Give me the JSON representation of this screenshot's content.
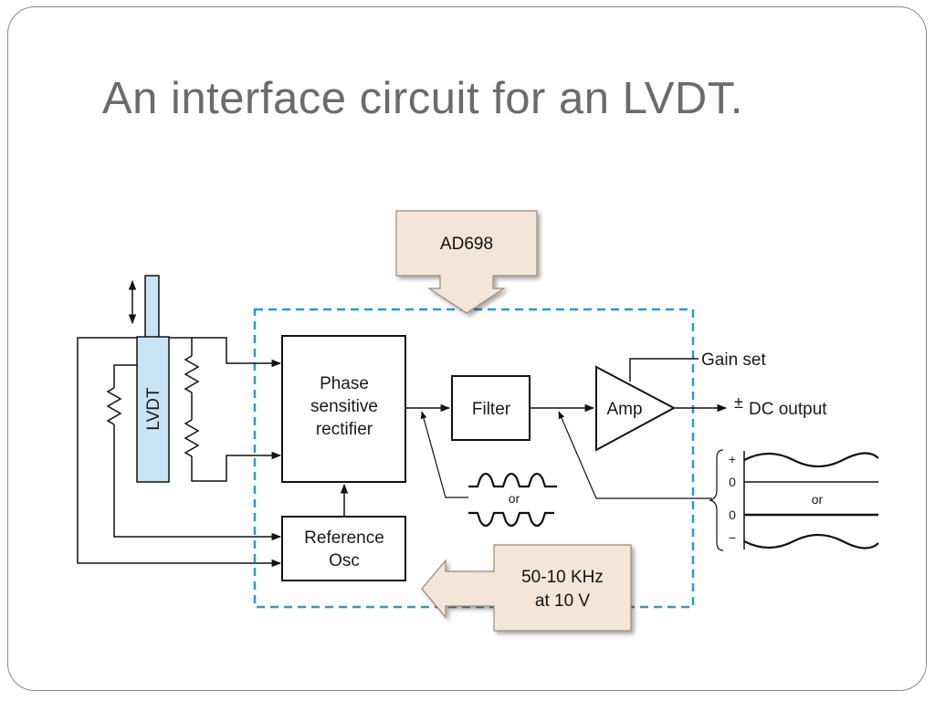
{
  "slide": {
    "title": "An interface circuit for an LVDT."
  },
  "diagram": {
    "lvdt_label": "LVDT",
    "blocks": {
      "rectifier": [
        "Phase",
        "sensitive",
        "rectifier"
      ],
      "filter": "Filter",
      "amp": "Amp",
      "oscillator": [
        "Reference",
        "Osc"
      ]
    },
    "labels": {
      "gain_set": "Gain set",
      "dc_output_symbol": "±",
      "dc_output": "DC output",
      "waveform_or": "or",
      "output_or": "or",
      "plus": "+",
      "zero_top": "0",
      "zero_bottom": "0",
      "minus": "−"
    },
    "callouts": {
      "chip": "AD698",
      "freq_line1": "50-10 KHz",
      "freq_line2": "at 10 V"
    },
    "colors": {
      "dashed_box": "#2b9cc4",
      "lvdt_core": "#c8e4f6",
      "callout_fill": "#f3e6d8",
      "callout_stroke": "#9a8878",
      "title": "#6b6b6b"
    }
  }
}
